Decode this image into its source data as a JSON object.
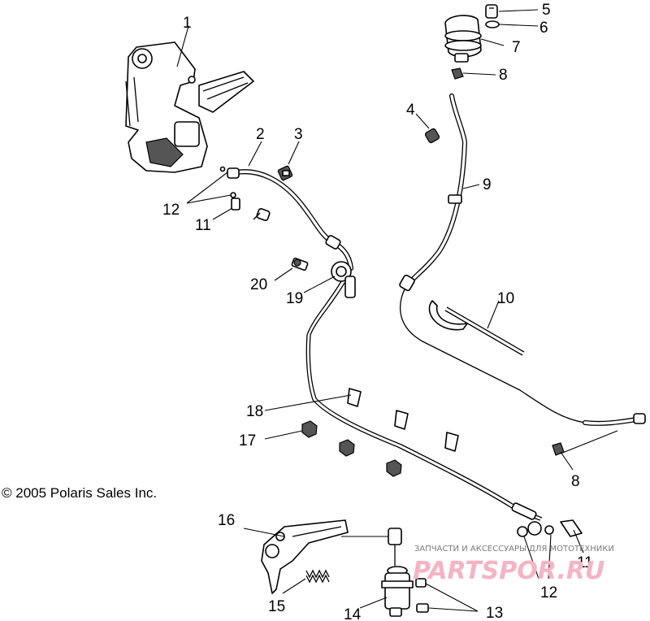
{
  "callouts": {
    "n1": "1",
    "n2": "2",
    "n3": "3",
    "n4": "4",
    "n5": "5",
    "n6": "6",
    "n7": "7",
    "n8a": "8",
    "n8b": "8",
    "n9": "9",
    "n10": "10",
    "n11a": "11",
    "n11b": "11",
    "n12a": "12",
    "n12b": "12",
    "n13": "13",
    "n14": "14",
    "n15": "15",
    "n16": "16",
    "n17": "17",
    "n18": "18",
    "n19": "19",
    "n20": "20"
  },
  "copyright": "© 2005 Polaris Sales Inc.",
  "watermark": {
    "caption": "ЗАПЧАСТИ И АКСЕССУАРЫ ДЛЯ МОТОТЕХНИКИ",
    "logo": "PARTSPOR.RU",
    "logo_color": "#f4b4c4"
  }
}
